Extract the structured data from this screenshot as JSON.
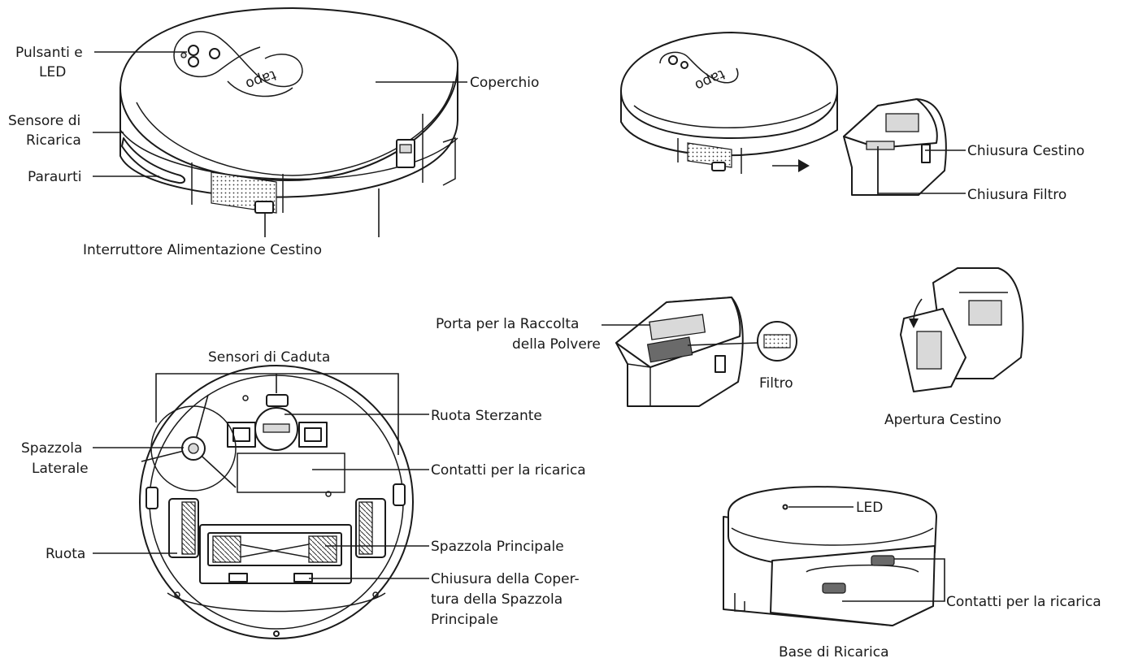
{
  "labels": {
    "pulsanti_e": "Pulsanti e",
    "led_top": "LED",
    "coperchio": "Coperchio",
    "sensore_di": "Sensore di",
    "ricarica": "Ricarica",
    "paraurti": "Paraurti",
    "interruttore": "Interruttore Alimentazione Cestino",
    "chiusura_cestino": "Chiusura Cestino",
    "chiusura_filtro": "Chiusura Filtro",
    "porta_1": "Porta per la Raccolta",
    "porta_2": "della Polvere",
    "filtro": "Filtro",
    "apertura_cestino": "Apertura Cestino",
    "sensori_caduta": "Sensori di Caduta",
    "ruota_sterzante": "Ruota Sterzante",
    "spazzola": "Spazzola",
    "laterale": "Laterale",
    "contatti_1": "Contatti per la ricarica",
    "ruota": "Ruota",
    "spazzola_principale": "Spazzola Principale",
    "chiusura_1": "Chiusura della Coper-",
    "chiusura_2": "tura della Spazzola",
    "chiusura_3": "Principale",
    "led_base": "LED",
    "contatti_2": "Contatti per la ricarica",
    "base_ricarica": "Base di Ricarica"
  },
  "logo_text": "tapo"
}
